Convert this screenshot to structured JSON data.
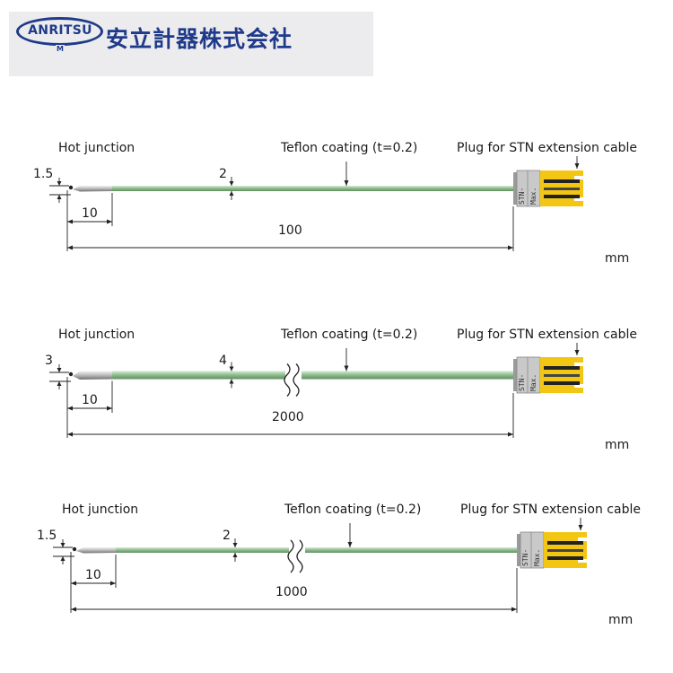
{
  "header": {
    "logo_text": "ANRITSU",
    "logo_m": "M",
    "company_name": "安立計器株式会社",
    "brand_color": "#1f3a8a"
  },
  "diagrams": [
    {
      "hot_junction_label": "Hot junction",
      "coating_label": "Teflon coating (t=0.2)",
      "plug_label": "Plug for STN extension cable",
      "tip_dim": "1.5",
      "tip_length": "10",
      "sheath_dia": "2",
      "total_length": "100",
      "unit": "mm",
      "break_mark": false
    },
    {
      "hot_junction_label": "Hot junction",
      "coating_label": "Teflon coating (t=0.2)",
      "plug_label": "Plug for STN extension cable",
      "tip_dim": "3",
      "tip_length": "10",
      "sheath_dia": "4",
      "total_length": "2000",
      "unit": "mm",
      "break_mark": true
    },
    {
      "hot_junction_label": "Hot junction",
      "coating_label": "Teflon coating (t=0.2)",
      "plug_label": "Plug for STN extension cable",
      "tip_dim": "1.5",
      "tip_length": "10",
      "sheath_dia": "2",
      "total_length": "1000",
      "unit": "mm",
      "break_mark": true
    }
  ],
  "plug": {
    "face_text": "STN-",
    "max_text": "Max.",
    "color": "#f3c613"
  },
  "colors": {
    "sheath": "#93bf93",
    "tip": "#b9b9b9",
    "plug": "#f3c613",
    "plug_frame": "#c9c9c9"
  }
}
